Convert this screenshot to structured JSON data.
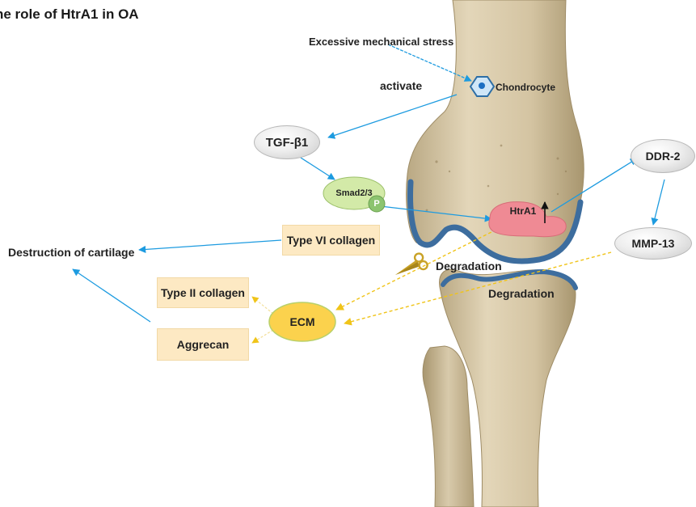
{
  "title": "he role of HtrA1 in OA",
  "labels": {
    "stress": "Excessive mechanical stress",
    "activate": "activate",
    "chondrocyte": "Chondrocyte",
    "destruction": "Destruction of cartilage",
    "degradation_1": "Degradation",
    "degradation_2": "Degradation"
  },
  "nodes": {
    "tgf": "TGF-β1",
    "smad": "Smad2/3",
    "phospho": "P",
    "htra1": "HtrA1",
    "ddr2": "DDR-2",
    "mmp13": "MMP-13",
    "ecm": "ECM"
  },
  "boxes": {
    "type_vi": "Type VI collagen",
    "type_ii": "Type II collagen",
    "aggrecan": "Aggrecan"
  },
  "colors": {
    "arrow_blue": "#1d9be0",
    "arrow_yellow": "#f0c419",
    "bone": "#d6c7a6",
    "cartilage": "#3d6d9e",
    "htra1_fill": "#ef8a94",
    "box_fill": "#fde9c3",
    "ecm_fill": "#fbd24d",
    "smad_fill": "#d3eaa8"
  }
}
